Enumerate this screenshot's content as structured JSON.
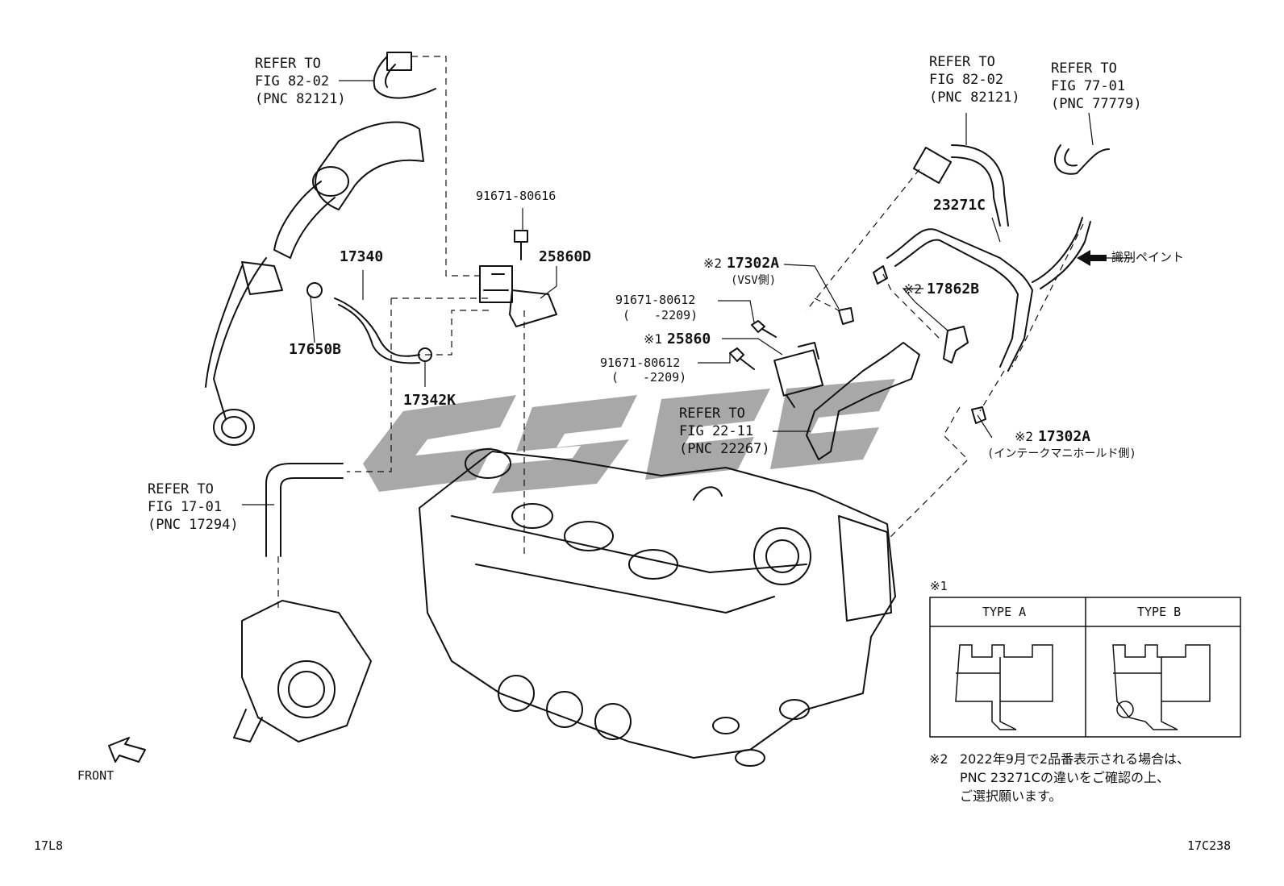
{
  "refs": {
    "fig82_left": "REFER TO\nFIG 82-02\n(PNC 82121)",
    "fig82_right": "REFER TO\nFIG 82-02\n(PNC 82121)",
    "fig77": "REFER TO\nFIG 77-01\n(PNC 77779)",
    "fig17": "REFER TO\nFIG 17-01\n(PNC 17294)",
    "fig22": "REFER TO\nFIG 22-11\n(PNC 22267)"
  },
  "parts": {
    "p91671_80616": "91671-80616",
    "p25860D": "25860D",
    "p17340": "17340",
    "p17650B": "17650B",
    "p17342K": "17342K",
    "p23271C": "23271C",
    "p17302A_vsv": "17302A",
    "p17302A_vsv_sub": "(VSV側)",
    "p17862B": "17862B",
    "p91671_80612_a": "91671-80612",
    "p91671_80612_a_sub": "(　　-2209)",
    "p25860": "25860",
    "p91671_80612_b": "91671-80612",
    "p91671_80612_b_sub": "(　　-2209)",
    "p17302A_im": "17302A",
    "p17302A_im_sub": "(インテークマニホールド側)",
    "paint_id": "識別ペイント"
  },
  "marks": {
    "m1": "※1",
    "m2": "※2"
  },
  "legend": {
    "title": "※1",
    "type_a": "TYPE A",
    "type_b": "TYPE B"
  },
  "note": {
    "mark": "※2",
    "text": "2022年9月で2品番表示される場合は、\nPNC 23271Cの違いをご確認の上、\nご選択願います。"
  },
  "front_label": "FRONT",
  "footer": {
    "left_code": "17L8",
    "right_code": "17C238"
  }
}
